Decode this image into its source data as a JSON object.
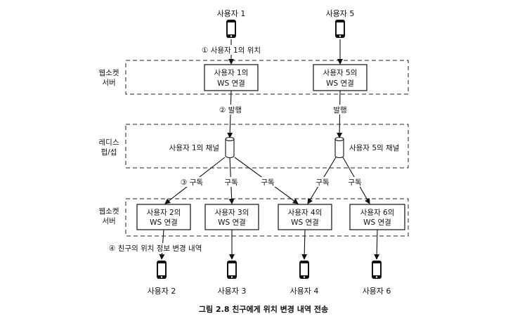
{
  "users": {
    "u1": "사용자 1",
    "u5": "사용자 5",
    "u2": "사용자 2",
    "u3": "사용자 3",
    "u4": "사용자 4",
    "u6": "사용자 6"
  },
  "groups": {
    "websocket_top_line1": "웹소켓",
    "websocket_top_line2": "서버",
    "redis_line1": "레디스",
    "redis_line2": "펍/섭",
    "websocket_bottom_line1": "웹소켓",
    "websocket_bottom_line2": "서버"
  },
  "boxes": {
    "ws1_line1": "사용자 1의",
    "ws1_line2": "WS 연결",
    "ws5_line1": "사용자 5의",
    "ws5_line2": "WS 연결",
    "ws2_line1": "사용자 2의",
    "ws2_line2": "WS 연결",
    "ws3_line1": "사용자 3의",
    "ws3_line2": "WS 연결",
    "ws4_line1": "사용자 4의",
    "ws4_line2": "WS 연결",
    "ws6_line1": "사용자 6의",
    "ws6_line2": "WS 연결"
  },
  "channels": {
    "ch1": "사용자 1의 채널",
    "ch5": "사용자 5의 채널"
  },
  "labels": {
    "step1": "① 사용자 1의 위치",
    "step2": "② 발행",
    "publish5": "발행",
    "step3": "③ 구독",
    "sub": "구독",
    "step4": "④ 친구의 위치 정보 변경 내역"
  },
  "caption": "그림 2.8 친구에게 위치 변경 내역 전송"
}
